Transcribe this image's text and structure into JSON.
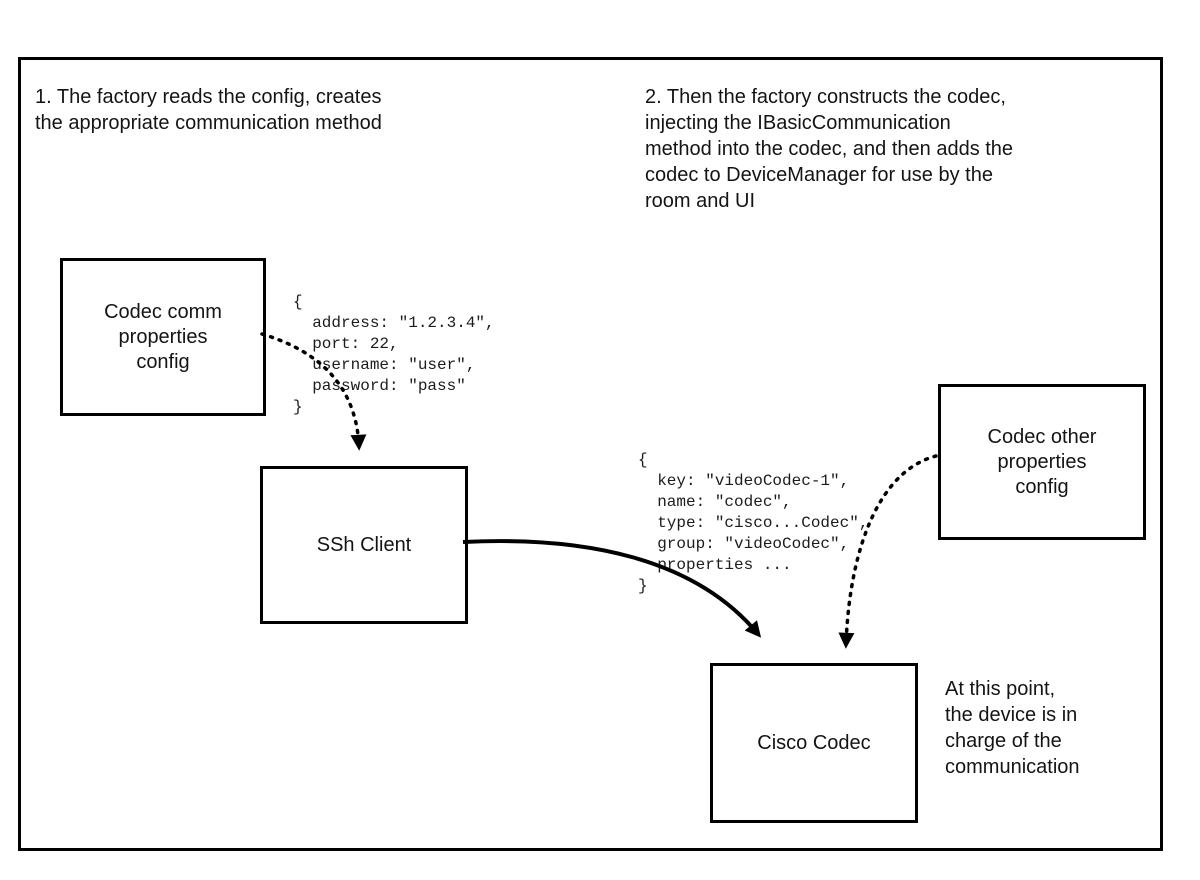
{
  "diagram": {
    "annotations": {
      "step1": "1. The factory reads the config, creates\nthe appropriate communication method",
      "step2": "2. Then the factory constructs the codec,\ninjecting the IBasicCommunication\nmethod into the codec, and then adds the\ncodec to DeviceManager for use by the\nroom and UI",
      "final_note": "At this point,\nthe device is in\ncharge of the\ncommunication"
    },
    "nodes": {
      "codec_comm_config": "Codec comm\nproperties\nconfig",
      "ssh_client": "SSh Client",
      "codec_other_config": "Codec other\nproperties\nconfig",
      "cisco_codec": "Cisco Codec"
    },
    "code": {
      "comm_properties": "{\n  address: \"1.2.3.4\",\n  port: 22,\n  username: \"user\",\n  password: \"pass\"\n}",
      "codec_properties": "{\n  key: \"videoCodec-1\",\n  name: \"codec\",\n  type: \"cisco...Codec\",\n  group: \"videoCodec\",\n  properties ...\n}"
    },
    "colors": {
      "line": "#000000",
      "background": "#ffffff"
    }
  }
}
